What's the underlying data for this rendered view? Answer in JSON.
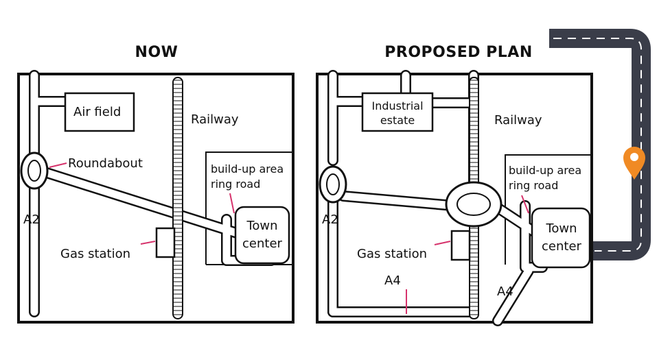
{
  "titles": {
    "now": "NOW",
    "plan": "PROPOSED PLAN"
  },
  "now_map": {
    "air_field": "Air field",
    "railway": "Railway",
    "roundabout": "Roundabout",
    "builtup_line1": "build-up area",
    "builtup_line2": "ring road",
    "road_a2": "A2",
    "town_line1": "Town",
    "town_line2": "center",
    "gas_station": "Gas station"
  },
  "plan_map": {
    "industrial_line1": "Industrial",
    "industrial_line2": "estate",
    "railway": "Railway",
    "builtup_line1": "build-up area",
    "builtup_line2": "ring road",
    "road_a2": "A2",
    "town_line1": "Town",
    "town_line2": "center",
    "gas_station": "Gas station",
    "road_a4_left": "A4",
    "road_a4_right": "A4"
  },
  "colors": {
    "ink": "#111111",
    "pointer": "#d6336c",
    "banner": "#3a3d49",
    "pin": "#f08a24"
  },
  "icons": [
    "map-pin-icon"
  ]
}
